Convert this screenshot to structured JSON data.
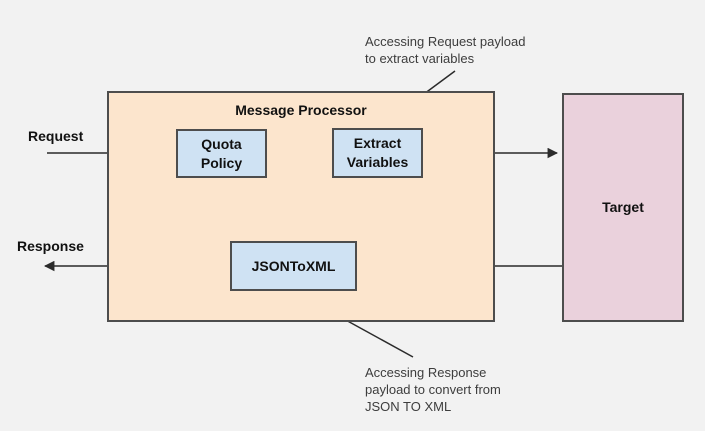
{
  "colors": {
    "background": "#f2f2f2",
    "processor_fill": "#fce5cd",
    "node_fill": "#cfe2f3",
    "target_fill": "#ead1dc",
    "border": "#4d4d4d",
    "line": "#2b2b2b",
    "text": "#111111",
    "annotation_text": "#3d3d3d"
  },
  "diagram": {
    "processor": {
      "title": "Message Processor"
    },
    "nodes": {
      "quota": {
        "lines": [
          "Quota",
          "Policy"
        ]
      },
      "extract": {
        "lines": [
          "Extract",
          "Variables"
        ]
      },
      "jsontoxml": {
        "label": "JSONToXML"
      },
      "target": {
        "label": "Target"
      }
    },
    "flow_labels": {
      "request": "Request",
      "response": "Response"
    },
    "annotations": {
      "top": {
        "lines": [
          "Accessing Request payload",
          "to extract variables"
        ]
      },
      "bottom": {
        "lines": [
          "Accessing Response",
          "payload to convert from",
          "JSON TO XML"
        ]
      }
    }
  }
}
